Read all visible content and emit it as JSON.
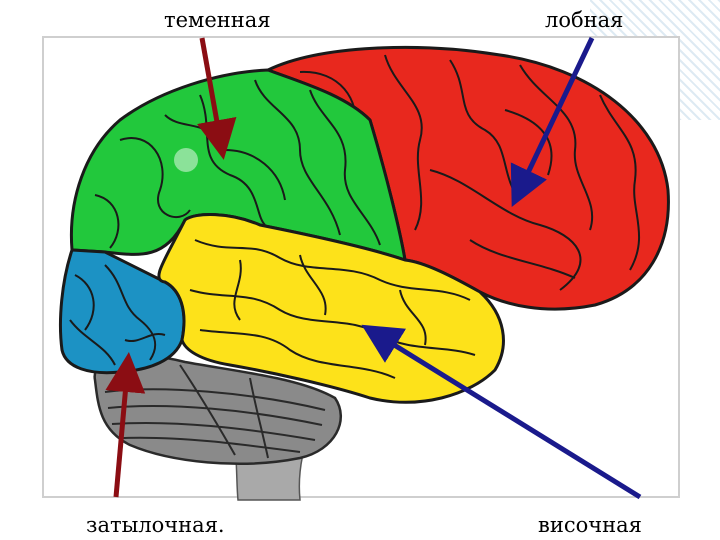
{
  "labels": {
    "parietal": "теменная",
    "frontal": "лобная",
    "occipital": "затылочная.",
    "temporal": "височная"
  },
  "colors": {
    "frontal_lobe": "#e8281e",
    "parietal_lobe": "#22c83c",
    "temporal_lobe": "#fde21a",
    "occipital_lobe": "#1c92c4",
    "cerebellum": "#8a8a8a",
    "brainstem": "#a9a9a9",
    "arrow_red": "#8b0d13",
    "arrow_blue": "#1a1a8c"
  }
}
